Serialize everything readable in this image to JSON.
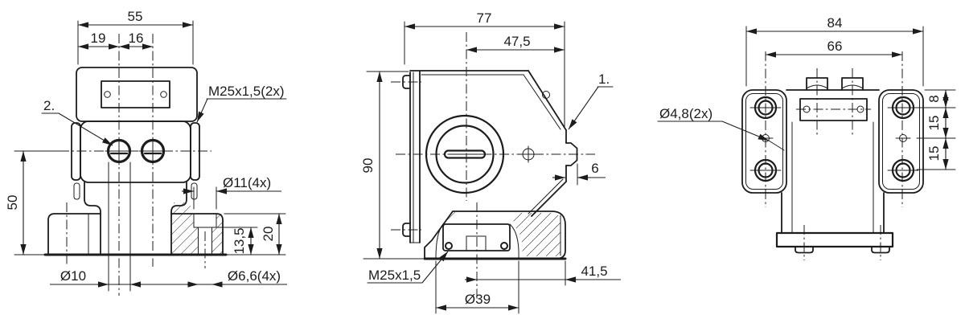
{
  "drawing": {
    "type": "technical-dimension-drawing",
    "views": [
      "front",
      "side",
      "rear"
    ],
    "line_color": "#1c1c1c",
    "background": "#ffffff",
    "front": {
      "d55": "55",
      "d19": "19",
      "d16": "16",
      "d50": "50",
      "d11": "Ø11(4x)",
      "d135": "13,5",
      "d20": "20",
      "d10": "Ø10",
      "d66x4": "Ø6,6(4x)",
      "ref2": "2.",
      "gland": "M25x1,5(2x)"
    },
    "side": {
      "d77": "77",
      "d475": "47,5",
      "d90": "90",
      "d6": "6",
      "d415": "41,5",
      "d39": "Ø39",
      "ref1": "1.",
      "gland": "M25x1,5"
    },
    "rear": {
      "d84": "84",
      "d66": "66",
      "d8": "8",
      "d15a": "15",
      "d15b": "15",
      "d48": "Ø4,8(2x)"
    }
  }
}
